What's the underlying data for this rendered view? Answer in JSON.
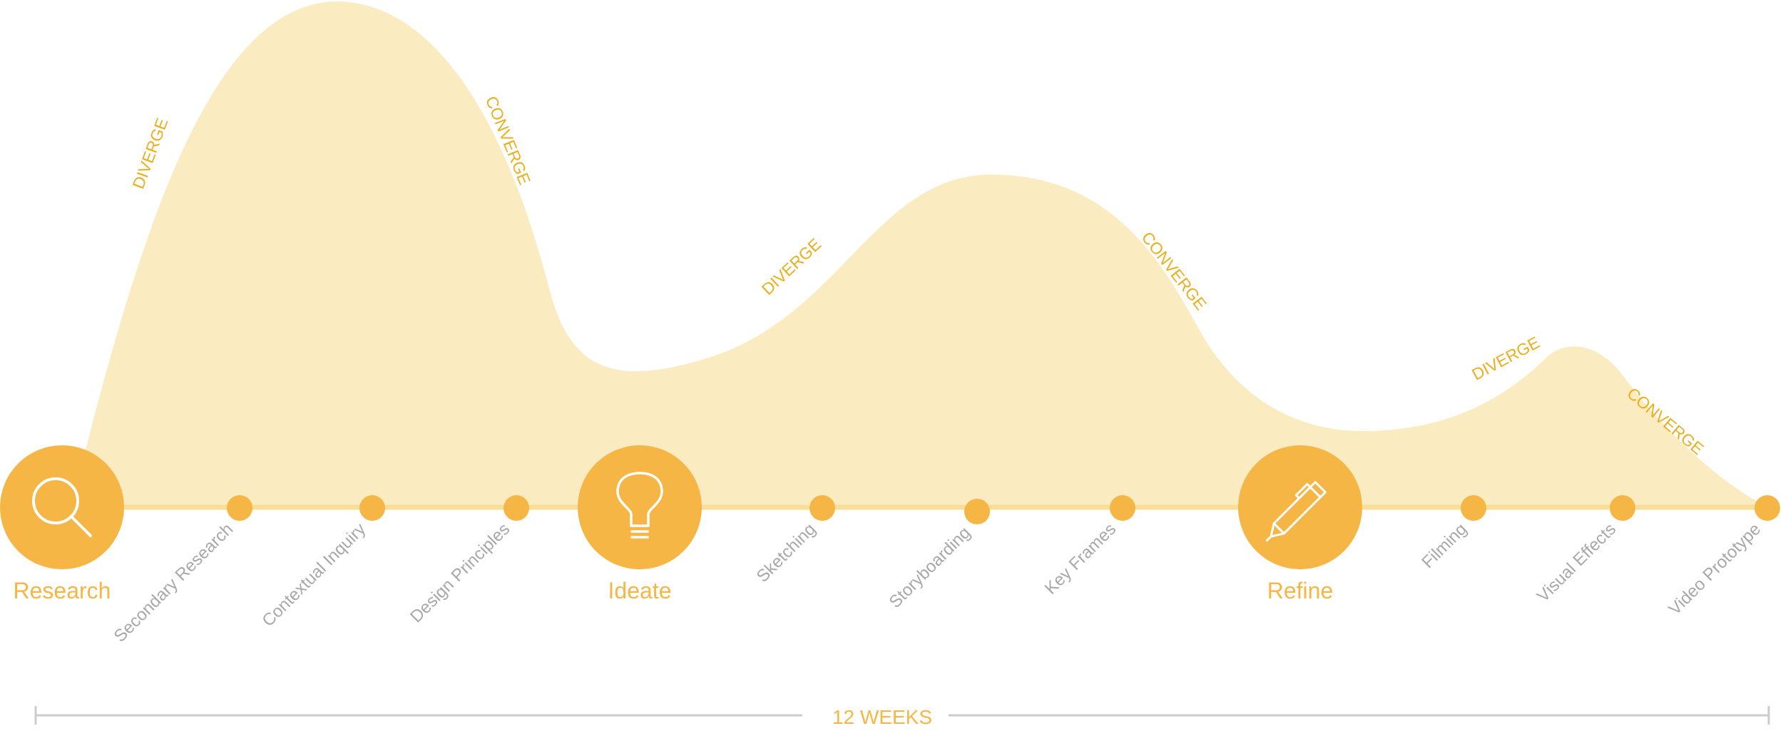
{
  "colors": {
    "wave_fill": "#FBEBC1",
    "baseline": "#F9DE9A",
    "node": "#F5B646",
    "icon_stroke": "#FFFFFF",
    "phase_text": "#F5B646",
    "step_text": "#A8A8A8",
    "wave_text": "#E9AF1E",
    "ruler": "#CCCCCC"
  },
  "phases": [
    {
      "label": "Research",
      "icon": "search-icon"
    },
    {
      "label": "Ideate",
      "icon": "lightbulb-icon"
    },
    {
      "label": "Refine",
      "icon": "pen-icon"
    }
  ],
  "steps": [
    "Secondary Research",
    "Contextual Inquiry",
    "Design Principles",
    "Sketching",
    "Storyboarding",
    "Key Frames",
    "Filming",
    "Visual Effects",
    "Video Prototype"
  ],
  "wave_labels": [
    "DIVERGE",
    "CONVERGE",
    "DIVERGE",
    "CONVERGE",
    "DIVERGE",
    "CONVERGE"
  ],
  "duration": "12 WEEKS"
}
